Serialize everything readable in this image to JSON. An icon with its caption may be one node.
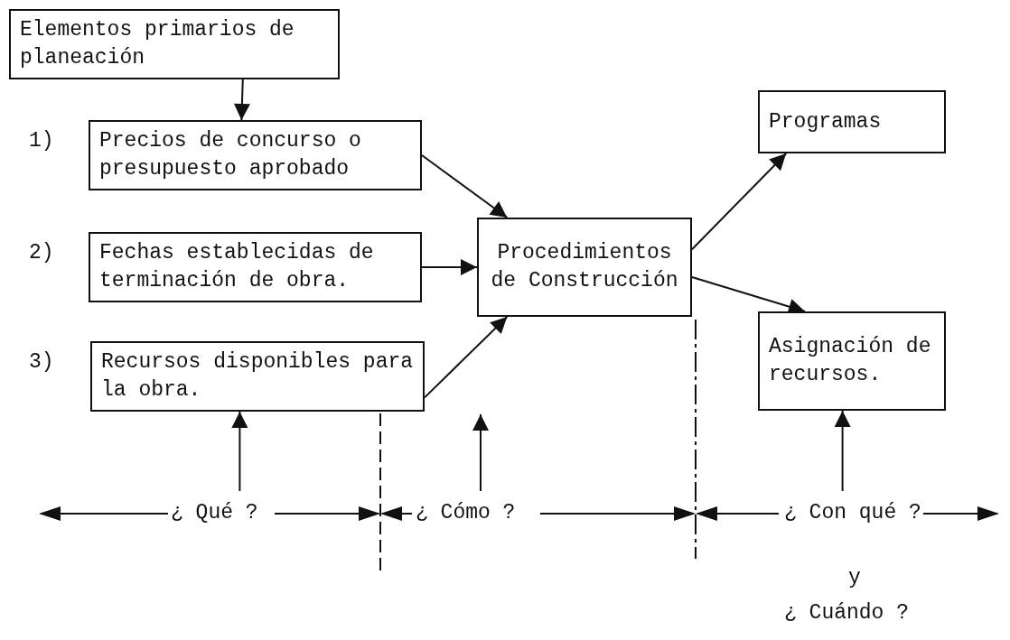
{
  "diagram": {
    "nodes": [
      {
        "text": [
          "Elementos primarios de planeación"
        ]
      },
      {
        "text": [
          "Precios de concurso o presupuesto aprobado"
        ],
        "beside": [
          "1)"
        ]
      },
      {
        "text": [
          "Fechas establecidas de terminación de obra."
        ],
        "beside": [
          "2)"
        ]
      },
      {
        "text": [
          "Recursos disponibles para la obra."
        ],
        "beside": [
          "3)"
        ]
      },
      {
        "text": [
          "Procedimientos de Construcción"
        ]
      },
      {
        "text": [
          "Programas"
        ]
      },
      {
        "text": [
          "Asignación de recursos."
        ]
      },
      {
        "text": [
          "¿ Qué ?"
        ]
      },
      {
        "text": [
          "¿ Cómo ?"
        ]
      },
      {
        "text": [
          "¿ Con qué ?"
        ]
      }
    ],
    "edges": [
      {
        "from": 0,
        "to": 1,
        "arrow": "to"
      },
      {
        "from": 1,
        "to": 4,
        "arrow": "to"
      },
      {
        "from": 2,
        "to": 4,
        "arrow": "to"
      },
      {
        "from": 3,
        "to": 4,
        "arrow": "to"
      },
      {
        "from": 4,
        "to": 5,
        "arrow": "to"
      },
      {
        "from": 4,
        "to": 6,
        "arrow": "to"
      },
      {
        "from": 7,
        "to": 3,
        "arrow": "to"
      },
      {
        "from": 8,
        "to": null,
        "arrow": "to"
      },
      {
        "from": 9,
        "to": 6,
        "arrow": "to"
      }
    ],
    "labels": [
      "y",
      "¿ Cuándo ?"
    ]
  }
}
